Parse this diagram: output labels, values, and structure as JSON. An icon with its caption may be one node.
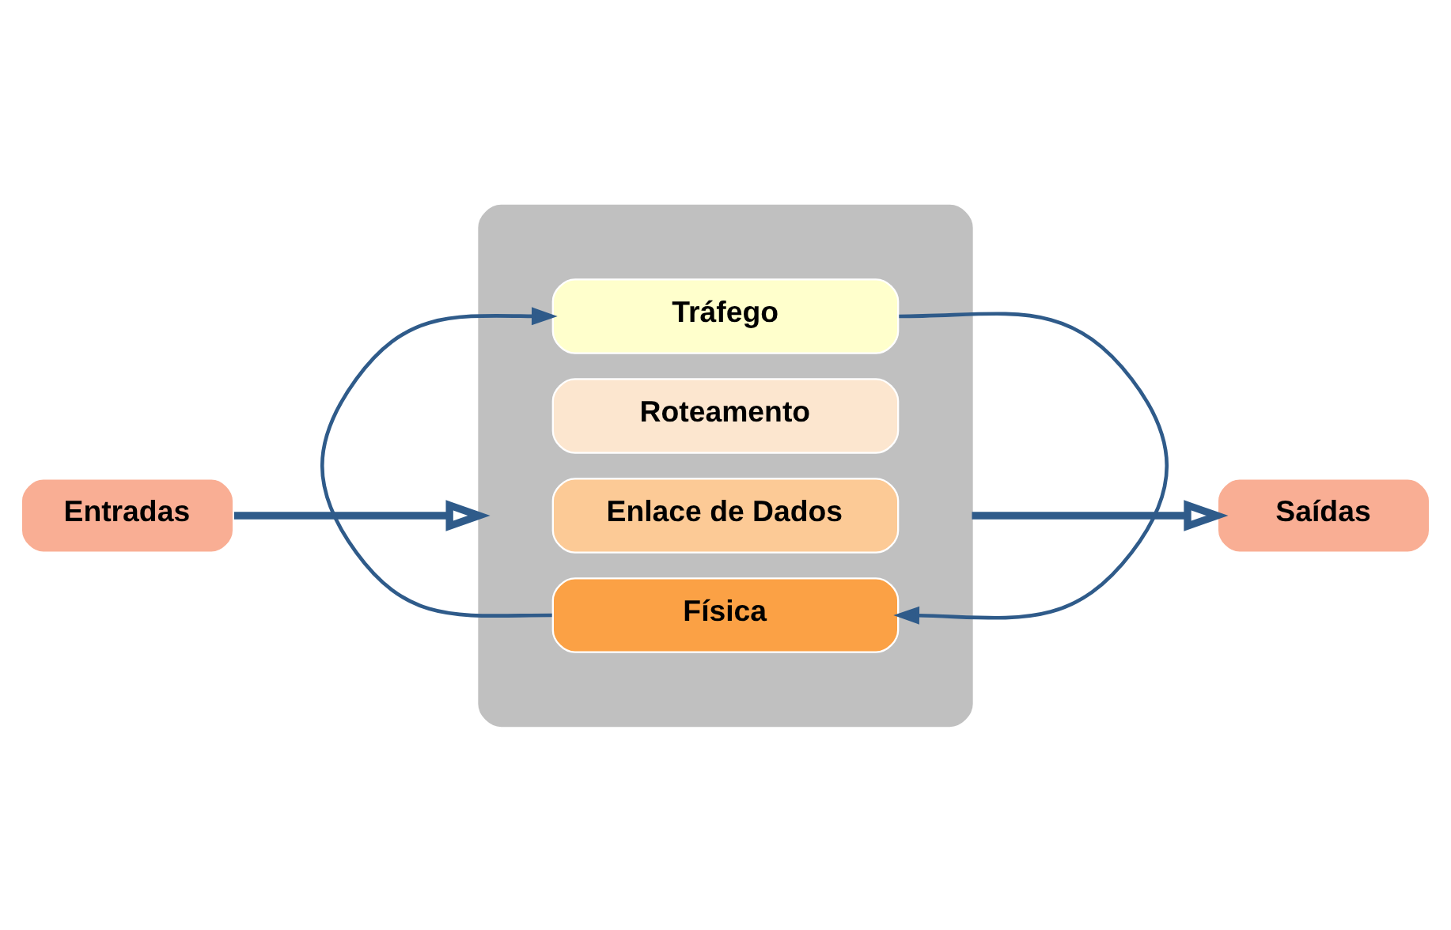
{
  "diagram": {
    "nodes": [
      {
        "text": [
          "Entradas"
        ]
      },
      {
        "text": [],
        "shape": "box"
      },
      {
        "text": [
          "Tráfego"
        ],
        "in": 1
      },
      {
        "text": [
          "Roteamento"
        ],
        "in": 1
      },
      {
        "text": [
          "Enlace de Dados"
        ],
        "in": 1
      },
      {
        "text": [
          "Física"
        ],
        "in": 1
      },
      {
        "text": [
          "Saídas"
        ]
      }
    ],
    "edges": [
      {
        "from": 0,
        "to": 1,
        "arrow": "to",
        "style": "thick"
      },
      {
        "from": 1,
        "to": 6,
        "arrow": "to",
        "style": "thick"
      },
      {
        "from": 2,
        "to": 5,
        "arrow": "to"
      },
      {
        "from": 5,
        "to": 2,
        "arrow": "to"
      }
    ]
  }
}
